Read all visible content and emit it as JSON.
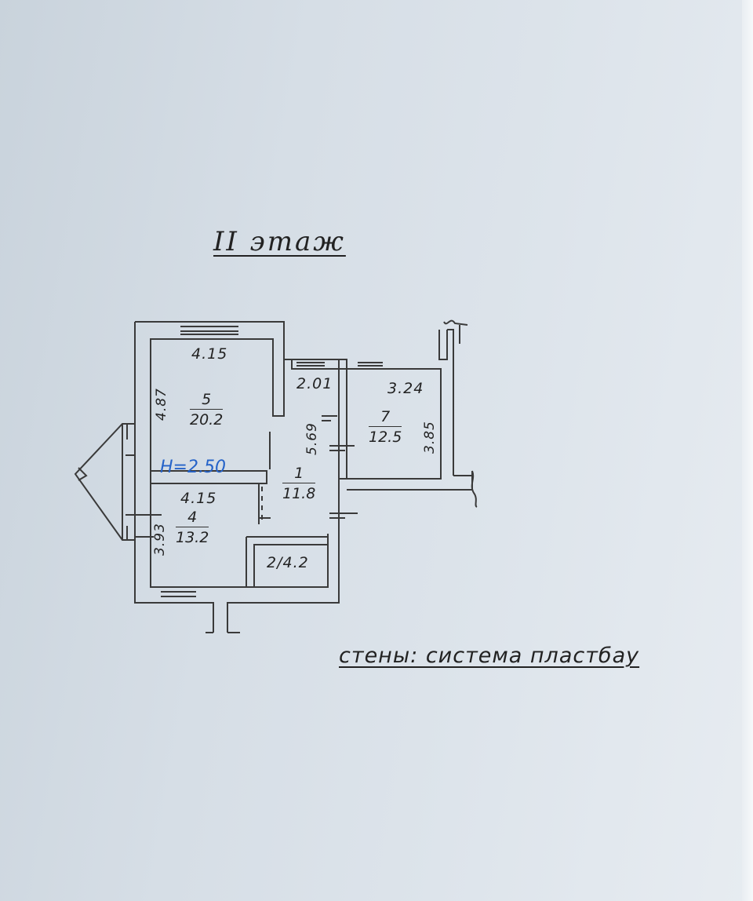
{
  "header": {
    "floor_title": "II этаж"
  },
  "plan": {
    "ceiling_height": "H=2.50",
    "rooms": [
      {
        "id": "room-5",
        "number": "5",
        "area": "20.2",
        "width": "4.15",
        "depth": "4.87"
      },
      {
        "id": "room-4",
        "number": "4",
        "area": "13.2",
        "width": "4.15",
        "depth": "3.93"
      },
      {
        "id": "room-1",
        "number": "1",
        "area": "11.8",
        "width": "2.01",
        "depth": "5.69"
      },
      {
        "id": "room-7",
        "number": "7",
        "area": "12.5",
        "width": "3.24",
        "depth": "3.85"
      },
      {
        "id": "room-2",
        "label": "2/4.2"
      }
    ]
  },
  "footer": {
    "walls_note": "стены: система пластбау"
  },
  "colors": {
    "ink": "#222222",
    "height_ink": "#2563c9",
    "paper": "#d6dee6"
  }
}
